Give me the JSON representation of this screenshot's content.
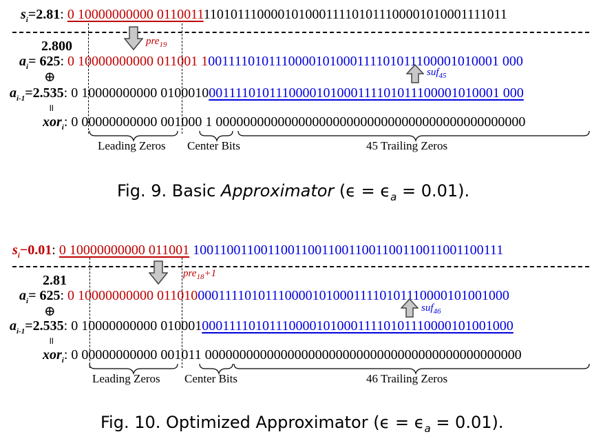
{
  "fig9": {
    "s_label": "s",
    "s_sub": "i",
    "s_value": "=2.81",
    "s_bits_red": "0 10000000000 0110011",
    "s_bits_rest": "110101110000101000111101011100001010001111011",
    "a_top": "2.800",
    "a_label": "a",
    "a_sub": "i",
    "a_value": "=  625",
    "a_bits_red": "0 10000000000 011001 1",
    "a_bits_blue": "0011110101110000101000111101011100001010001 000",
    "xor_symbol": "⊕",
    "prev_label": "a",
    "prev_sub": "i-1",
    "prev_value": "=2.535",
    "prev_bits_black": "0 10000000000 0100010",
    "prev_bits_blue": "0011110101110000101000111101011100001010001 000",
    "equals_symbol": "॥",
    "xor_label": "xor",
    "xor_sub": "i",
    "xor_bits": "0 00000000000 001000 1 000000000000000000000000000000000000000000000",
    "pre_label": "pre",
    "pre_sub": "19",
    "suf_label": "suf",
    "suf_sub": "45",
    "brace1": "Leading Zeros",
    "brace2": "Center Bits",
    "brace3": "45 Trailing Zeros",
    "caption_start": "Fig. 9.  Basic ",
    "caption_italic": "Approximator",
    "caption_end": " (ϵ = ϵ",
    "caption_sub": "a",
    "caption_tail": " = 0.01)."
  },
  "fig10": {
    "s_label": "s",
    "s_sub": "i",
    "s_value": "−0.01",
    "s_bits_red": "0 10000000000 011001",
    "s_bits_blue": "1001100110011001100110011001100110011001100111",
    "a_top": "2.81",
    "a_label": "a",
    "a_sub": "i",
    "a_value": "=  625",
    "a_bits_red": "0 10000000000 011010",
    "a_bits_blue": "0001111010111000010100011110101110000101001000",
    "xor_symbol": "⊕",
    "prev_label": "a",
    "prev_sub": "i-1",
    "prev_value": "=2.535",
    "prev_bits_black": "0 10000000000 010001",
    "prev_bits_blue": "0001111010111000010100011110101110000101001000",
    "equals_symbol": "॥",
    "xor_label": "xor",
    "xor_sub": "i",
    "xor_bits": "0 00000000000 001011 0000000000000000000000000000000000000000000000",
    "pre_label": "pre",
    "pre_sub": "18",
    "pre_extra": "+1",
    "suf_label": "suf",
    "suf_sub": "46",
    "brace1": "Leading Zeros",
    "brace2": "Center Bits",
    "brace3": "46 Trailing Zeros",
    "caption": "Fig. 10.  Optimized Approximator (ϵ = ϵ",
    "caption_sub": "a",
    "caption_tail": " = 0.01)."
  }
}
